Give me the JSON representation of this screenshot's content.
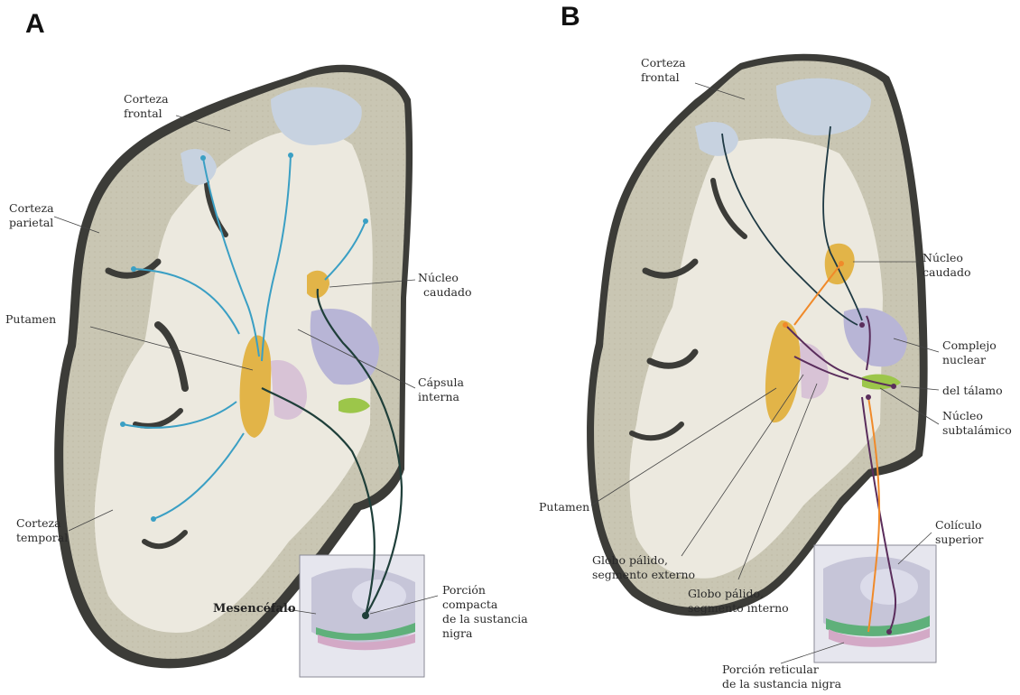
{
  "panels": {
    "a": {
      "letter": "A",
      "labels": {
        "corteza_frontal": [
          "Corteza",
          "frontal"
        ],
        "corteza_parietal": [
          "Corteza",
          "parietal"
        ],
        "nucleo_caudado": [
          "Núcleo",
          "caudado"
        ],
        "putamen": "Putamen",
        "capsula_interna": [
          "Cápsula",
          "interna"
        ],
        "corteza_temporal": [
          "Corteza",
          "temporal"
        ],
        "mesencefalo": "Mesencéfalo",
        "porcion_compacta": [
          "Porción",
          "compacta",
          "de la sustancia",
          "nigra"
        ]
      }
    },
    "b": {
      "letter": "B",
      "labels": {
        "corteza_frontal": [
          "Corteza",
          "frontal"
        ],
        "nucleo_caudado": [
          "Núcleo",
          "caudado"
        ],
        "complejo_nuclear": [
          "Complejo",
          "nuclear"
        ],
        "del_talamo": "del tálamo",
        "nucleo_subtalamico": [
          "Núcleo",
          "subtalámico"
        ],
        "putamen": "Putamen",
        "coliculo_superior": [
          "Colículo",
          "superior"
        ],
        "globo_palido_externo": [
          "Globo pálido,",
          "segmento externo"
        ],
        "globo_palido_interno": [
          "Globo pálido,",
          "segmento interno"
        ],
        "porcion_reticular": [
          "Porción reticular",
          "de la sustancia nigra"
        ]
      }
    }
  },
  "colors": {
    "cortex_outer": "#c9c6b3",
    "cortex_dark": "#3c3c38",
    "white_matter": "#ece9df",
    "cortex_blue": "#c7d2e0",
    "striatum": "#e2b448",
    "pallidum": "#d8c3d6",
    "thalamus": "#b8b5d6",
    "subthalamic": "#9cc64a",
    "pathway_blue": "#3a9fc4",
    "pathway_dark": "#1f3f3a",
    "pathway_orange": "#f08a2a",
    "pathway_purple": "#5a2d5c",
    "nigra": "#5fb07a"
  }
}
